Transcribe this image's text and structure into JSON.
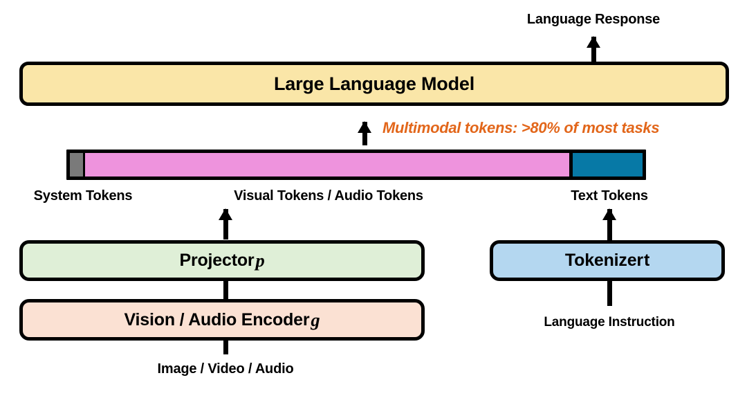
{
  "diagram": {
    "title": "Multimodal LLM architecture overview",
    "nodes": {
      "llm": "Large Language Model",
      "projector": "Projector",
      "projector_var": "p",
      "encoder": "Vision / Audio Encoder",
      "encoder_var": "g",
      "tokenizer": "Tokenizer",
      "tokenizer_var": "t"
    },
    "labels": {
      "language_response": "Language Response",
      "multimodal_note": "Multimodal tokens: >80% of most tasks",
      "system_tokens": "System Tokens",
      "visual_tokens": "Visual Tokens / Audio Tokens",
      "text_tokens": "Text Tokens",
      "language_instruction": "Language Instruction",
      "image_video_audio": "Image / Video / Audio"
    },
    "token_bar": {
      "segments": [
        {
          "name": "System Tokens",
          "color": "#7A7A7A",
          "share_pct": 2.6
        },
        {
          "name": "Visual Tokens / Audio Tokens",
          "color": "#EE93DD",
          "share_pct": 85.2
        },
        {
          "name": "Text Tokens",
          "color": "#0779A6",
          "share_pct": 12.2
        }
      ]
    },
    "colors": {
      "llm_fill": "#FAE6A8",
      "projector_fill": "#DFEFD7",
      "encoder_fill": "#FBE1D3",
      "tokenizer_fill": "#B4D7F0",
      "system_token": "#7A7A7A",
      "visual_token": "#EE93DD",
      "text_token": "#0779A6",
      "annotation": "#E2661A",
      "outline": "#000000",
      "background": "#FFFFFF"
    }
  }
}
